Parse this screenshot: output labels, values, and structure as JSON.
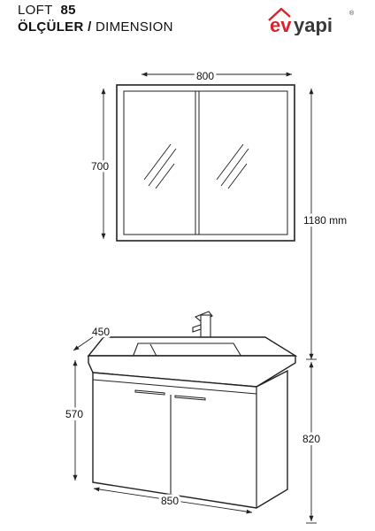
{
  "header": {
    "model_name": "LOFT",
    "model_number": "85",
    "title_tr": "ÖLÇÜLER /",
    "title_en": " DIMENSION"
  },
  "logo": {
    "text_ev": "ev",
    "text_yapi": "yapi",
    "registered_mark": "®",
    "brand_color": "#d9232d"
  },
  "dimensions": {
    "cabinet_width": "800",
    "cabinet_height": "700",
    "total_height": "1180 mm",
    "basin_depth": "450",
    "unit_height": "570",
    "floor_height": "820",
    "unit_width": "850"
  }
}
